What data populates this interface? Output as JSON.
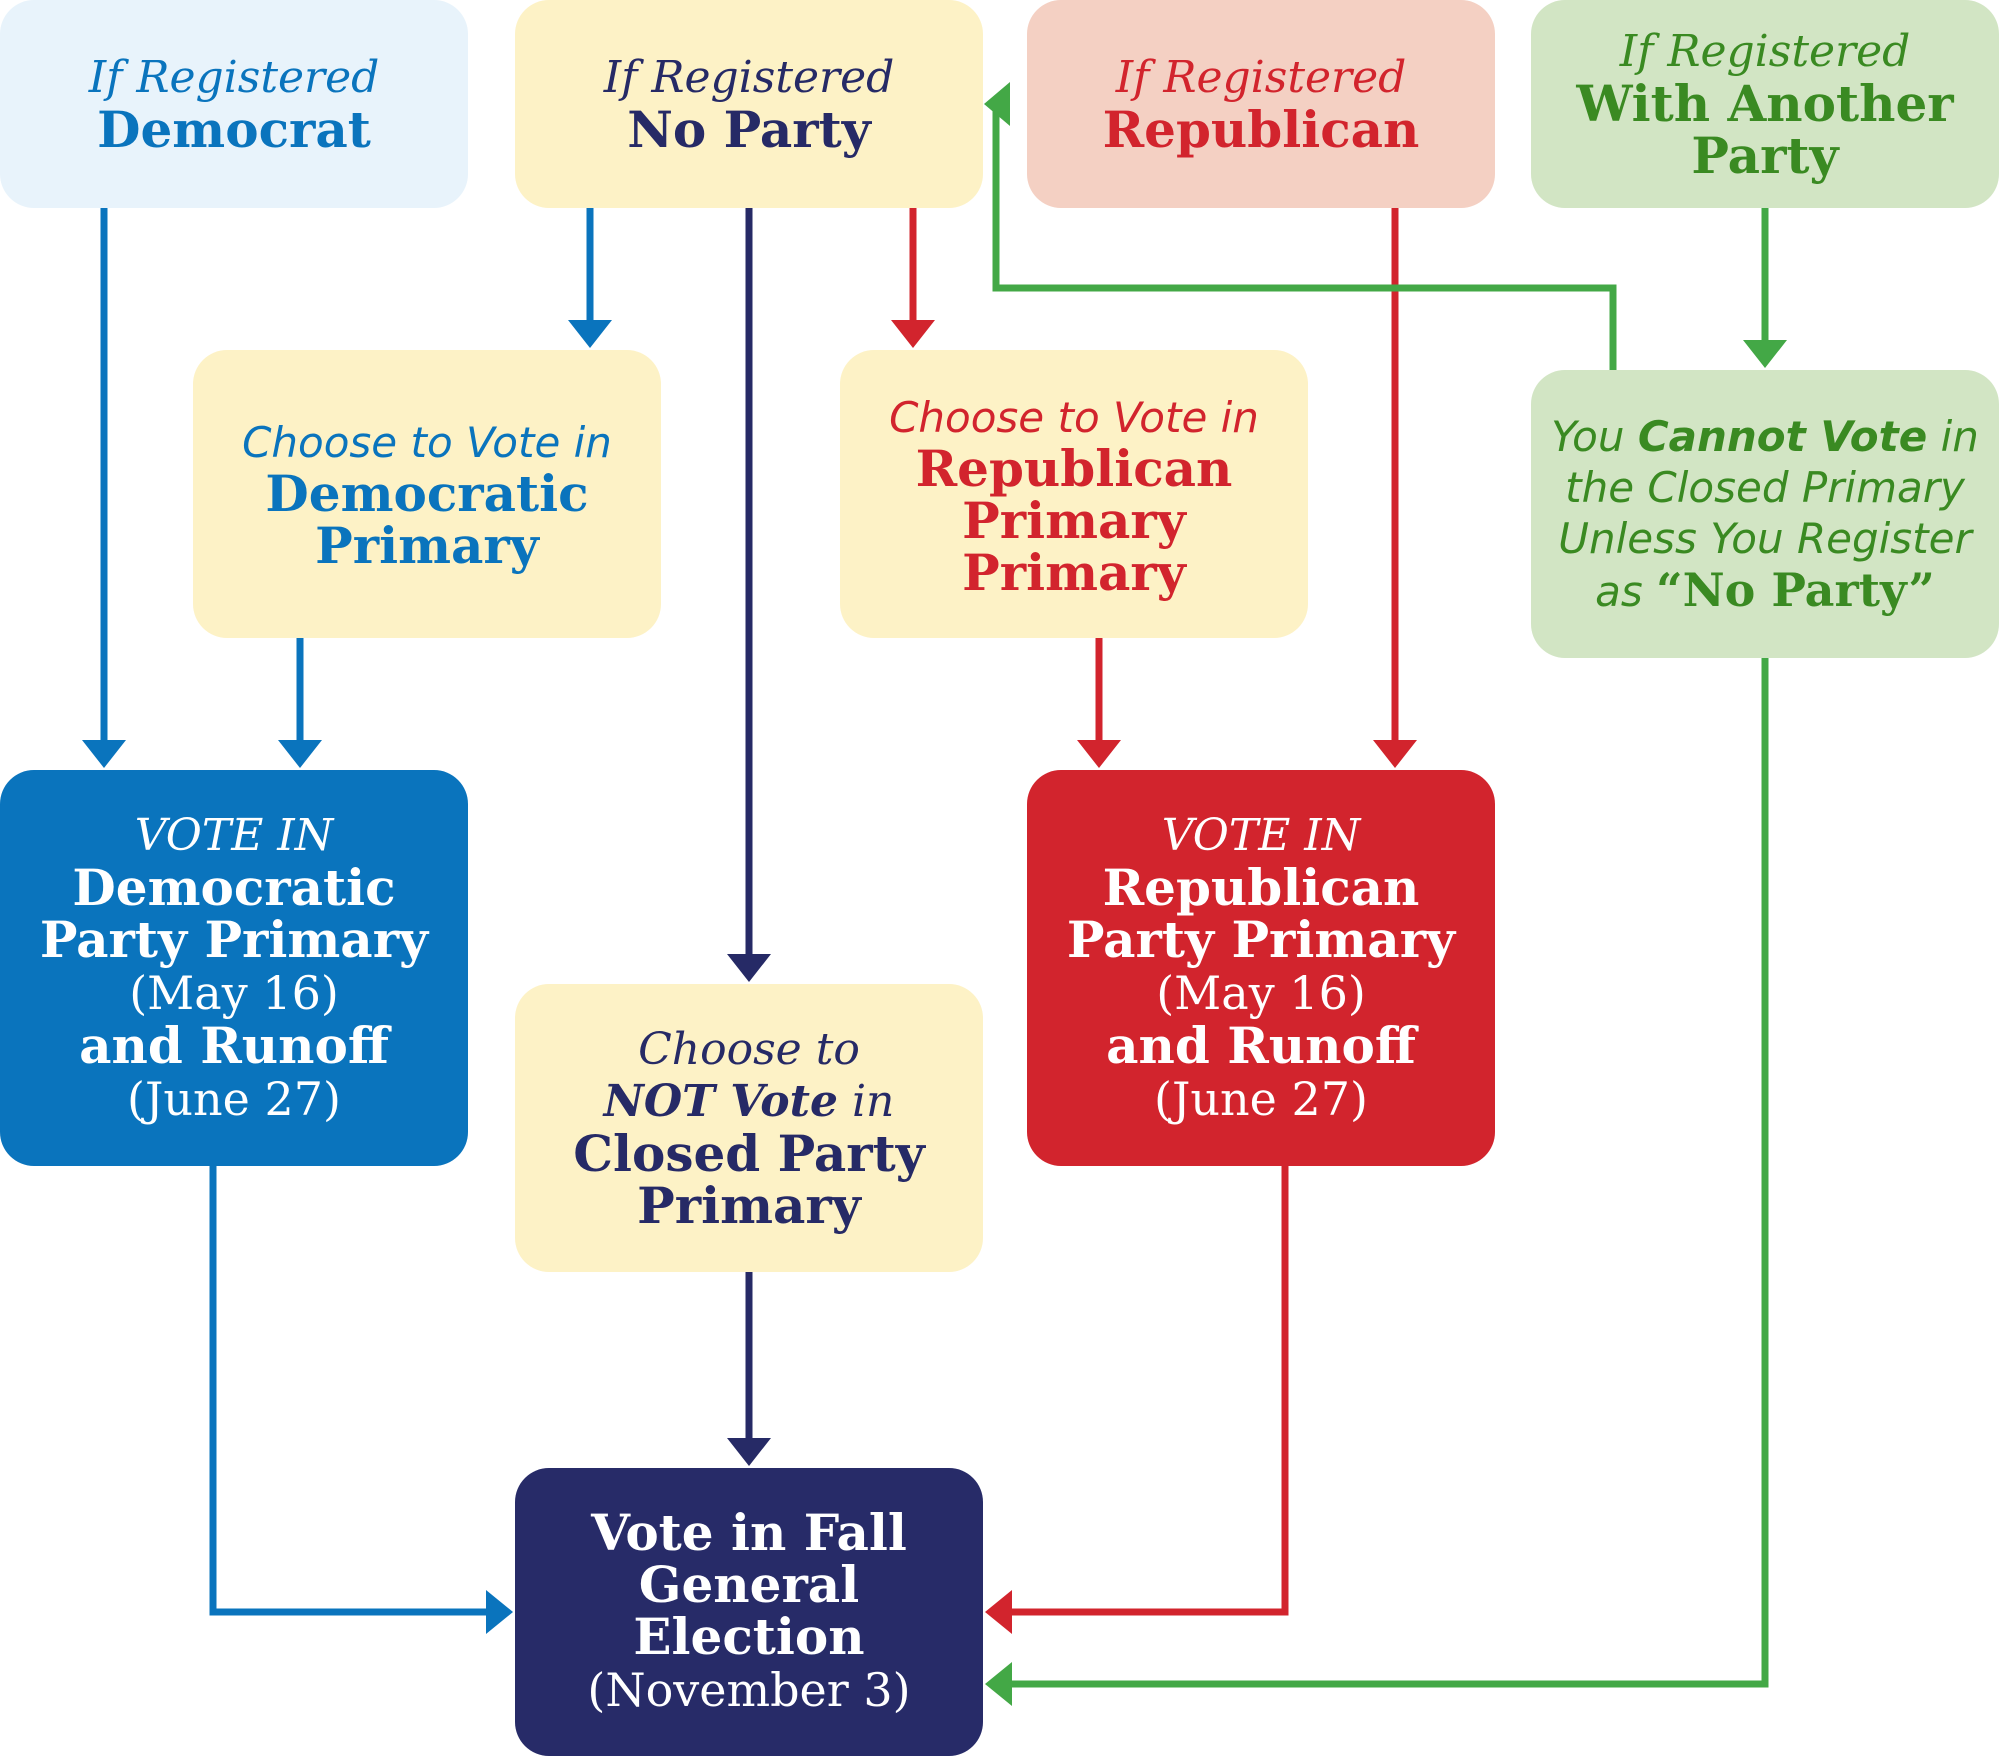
{
  "colors": {
    "democrat_blue": "#0a74bd",
    "republican_red": "#d2242d",
    "no_party_navy": "#262a66",
    "other_party_green": "#3a8a22",
    "arrow_green": "#43a846",
    "pale_yellow": "#fdf2c6",
    "pale_blue": "#e8f3fb",
    "pale_red": "#f4d0c3",
    "pale_green": "#d2e5c4"
  },
  "registered_democrat": {
    "line1": "If Registered",
    "line2": "Democrat"
  },
  "registered_no_party": {
    "line1": "If Registered",
    "line2": "No Party"
  },
  "registered_republican": {
    "line1": "If Registered",
    "line2": "Republican"
  },
  "registered_other": {
    "line1": "If Registered",
    "line2": "With Another",
    "line3": "Party"
  },
  "choose_democratic": {
    "line1": "Choose to Vote in",
    "line2": "Democratic",
    "line3": "Primary"
  },
  "choose_republican": {
    "line1": "Choose to Vote in",
    "line2": "Republican",
    "line3": "Primary",
    "line4": "Primary"
  },
  "cannot_vote": {
    "you": "You",
    "cannot_vote": "Cannot Vote",
    "in": "in",
    "line2": "the Closed Primary",
    "line3": "Unless You Register",
    "as": "as",
    "no_party": "“No Party”"
  },
  "vote_democratic": {
    "line1": "VOTE IN",
    "line2": "Democratic",
    "line3": "Party Primary",
    "line4": "(May 16)",
    "line5": "and Runoff",
    "line6": "(June 27)"
  },
  "vote_republican": {
    "line1": "VOTE IN",
    "line2": "Republican",
    "line3": "Party Primary",
    "line4": "(May 16)",
    "line5": "and Runoff",
    "line6": "(June 27)"
  },
  "choose_not_vote": {
    "line1": "Choose to",
    "not_vote": "NOT Vote",
    "in": "in",
    "line3": "Closed Party",
    "line4": "Primary"
  },
  "general_election": {
    "line1": "Vote in Fall",
    "line2": "General Election",
    "line3": "(November 3)"
  }
}
